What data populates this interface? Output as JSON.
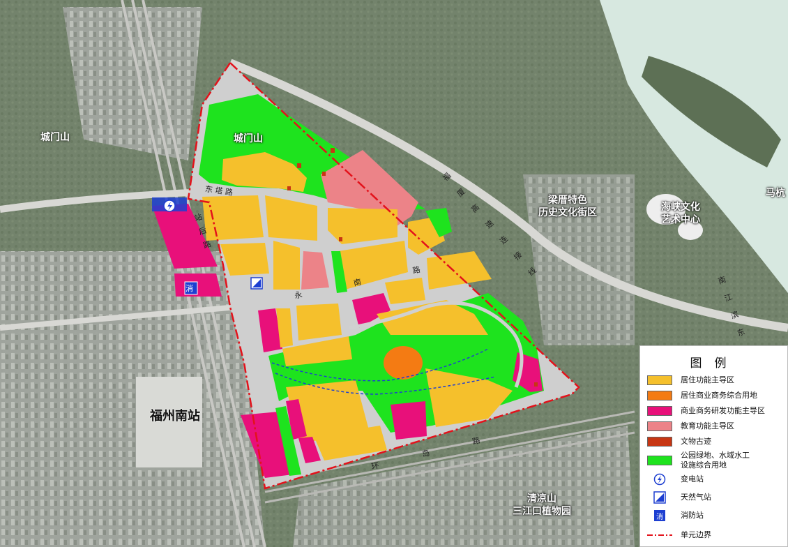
{
  "colors": {
    "residential": "#f5c02c",
    "mixed": "#f47b13",
    "commercial": "#e8107a",
    "education": "#ec8388",
    "heritage": "#c73613",
    "green": "#1ee31e",
    "icon_blue": "#1d3fd1",
    "boundary": "#e3121b"
  },
  "map_labels": {
    "chengmenshan_west": "城门山",
    "chengmenshan_inside": "城门山",
    "liangcuo": "梁厝特色\n历史文化街区",
    "haixia": "海峡文化\n艺术中心",
    "mahang": "马杭",
    "fuzhou_south": "福州南站",
    "qingliang": "清凉山\n三江口植物园"
  },
  "roads": {
    "dongta": "东 塔 路",
    "zhanhou": "站 后 路",
    "yongnan": "永 南 路",
    "huandao": "环 岛 路",
    "xiamen_link": "福 厦 高 速 连 接 线",
    "nanjiang": "南 江 滨 东 大 道"
  },
  "legend": {
    "title": "图例",
    "items": [
      {
        "label": "居住功能主导区",
        "kind": "residential"
      },
      {
        "label": "居住商业商务综合用地",
        "kind": "mixed"
      },
      {
        "label": "商业商务研发功能主导区",
        "kind": "commercial"
      },
      {
        "label": "教育功能主导区",
        "kind": "education"
      },
      {
        "label": "文物古迹",
        "kind": "heritage"
      },
      {
        "label": "公园绿地、水域水工\n设施综合用地",
        "kind": "green"
      },
      {
        "label": "变电站",
        "kind": "substation",
        "icon": "lightning-icon"
      },
      {
        "label": "天然气站",
        "kind": "gas",
        "icon": "gas-icon"
      },
      {
        "label": "消防站",
        "kind": "fire",
        "icon": "fire-icon",
        "glyph": "消"
      },
      {
        "label": "单元边界",
        "kind": "boundary"
      }
    ]
  }
}
